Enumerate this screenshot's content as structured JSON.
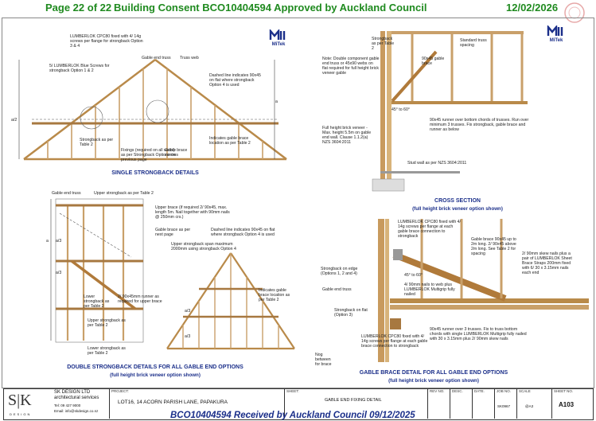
{
  "header": {
    "page": "Page 22 of 22",
    "consent": "Building Consent BCO10404594 Approved by Auckland Council",
    "date": "12/02/2026"
  },
  "logos": {
    "mitek_text": "MiTek"
  },
  "single": {
    "title": "SINGLE STRONGBACK DETAILS",
    "notes": {
      "cpc80": "LUMBERLOK CPC80 fixed with 4/ 14g screws per flange for strongback Option 3 & 4",
      "bluescrew": "5/ LUMBERLOK Blue Screws for strongback Option 1 & 2",
      "gable_end_truss": "Gable end truss",
      "truss_web": "Truss web",
      "dashed": "Dashed line indicates 90x45 on flat where strongback Option 4 is used",
      "strongback": "Strongback as per Table 2",
      "fixings": "Fixings (required on all webs) as per Strongback Options on previous page",
      "gable_brace": "Gable brace centres",
      "indicates": "Indicates gable brace location as per Table 2",
      "a_half": "a/2",
      "a": "a"
    }
  },
  "cross": {
    "title": "CROSS SECTION",
    "subtitle": "(full height brick veneer option shown)",
    "notes": {
      "strongback": "Strongback as per Table 2",
      "brace": "90x45 gable brace",
      "standard": "Standard truss spacing",
      "double": "Note: Double component gable end truss or 45x90 webs on flat required for full height brick veneer gable",
      "angle": "45° to 60°",
      "runner": "90x45 runner over bottom chords of trusses. Run over minimum 3 trusses. Fix strongback, gable brace and runner as below",
      "full_height": "Full height brick veneer - Max. height 5.5m on gable end wall. Clause 1.1.2(a) NZS 3604:2011",
      "stud": "Stud wall as per NZS 3604:2011"
    }
  },
  "double": {
    "title": "DOUBLE STRONGBACK DETAILS FOR ALL GABLE END OPTIONS",
    "subtitle": "(full height brick veneer option shown)",
    "notes": {
      "gable_end_truss": "Gable end truss",
      "upper_sb": "Upper strongback as per Table 2",
      "upper_brace": "Upper brace (if required 2/ 90x45, max. length 5m. Nail together with 90mm nails @ 250mm crs.)",
      "gable_brace": "Gable brace as per next page",
      "dashed": "Dashed line indicates 90x45 on flat where strongback Option 4 is used",
      "span": "Upper strongback span maximum 2000mm using strongback Option 4",
      "lower_sb": "Lower strongback as per Table 2",
      "runner": "2/ 90x45mm runner as required for upper brace",
      "upper_sb2": "Upper strongback as per Table 2",
      "indicates": "Indicates gable brace location as per Table 2",
      "lower_sb2": "Lower strongback as per Table 2",
      "a": "a",
      "a3": "a/3",
      "a3b": "a/3",
      "a3c": "a/3",
      "a3d": "a/3"
    }
  },
  "brace": {
    "title": "GABLE BRACE DETAIL FOR ALL GABLE END OPTIONS",
    "subtitle": "(full height brick veneer option shown)",
    "notes": {
      "cpc80": "LUMBERLOK CPC80 fixed with 4/ 14g screws per flange at each gable brace connection to strongback",
      "strongback_edge": "Strongback on edge (Options 1, 2 and 4)",
      "gable_brace": "Gable brace 90x45 up to 2m long. 2/ 90x45 above 2m long. See Table 2 for spacing",
      "skew": "2/ 90mm skew nails plus a pair of LUMBERLOK Sheet Brace Straps 200mm fixed with 6/ 30 x 3.15mm nails each end",
      "angle": "45° to 60°",
      "nails": "4/ 90mm nails to web plus LUMBERLOK Multigrip fully nailed",
      "gable_end_truss": "Gable end truss",
      "sb_flat": "Strongback on flat (Option 3)",
      "cpc80b": "LUMBERLOK CPC80 fixed with 4/ 14g screws per flange at each gable brace connection to strongback",
      "runner": "90x45 runner over 3 trusses. Fix to truss bottom chords with single LUMBERLOK Multigrip fully nailed with 30 x 3.15mm plus 2/ 90mm skew nails",
      "nog": "Nog between for brace"
    }
  },
  "titleblock": {
    "firm_line1": "SK DESIGN LTD",
    "firm_line2": "architectural services",
    "firm_tel": "Tel: 09 427 9000",
    "firm_email": "Email: info@skdesign.co.nz",
    "design": "DESIGN",
    "project_label": "PROJECT:",
    "project": "LOT16, 14 ACORN PARISH LANE, PAPAKURA",
    "sheet_label": "SHEET:",
    "sheet": "GABLE END FIXING DETAIL",
    "rev_label": "REV NO.",
    "desc_label": "DESC.",
    "date_label": "DATE.",
    "job_label": "JOB NO.",
    "job": "SK0967",
    "scale_label": "SCALE",
    "scale": "@A3",
    "sheetno_label": "SHEET NO.",
    "sheetno": "A103"
  },
  "footer_stamp": "BCO10404594 Received by Auckland Council 09/12/2025"
}
